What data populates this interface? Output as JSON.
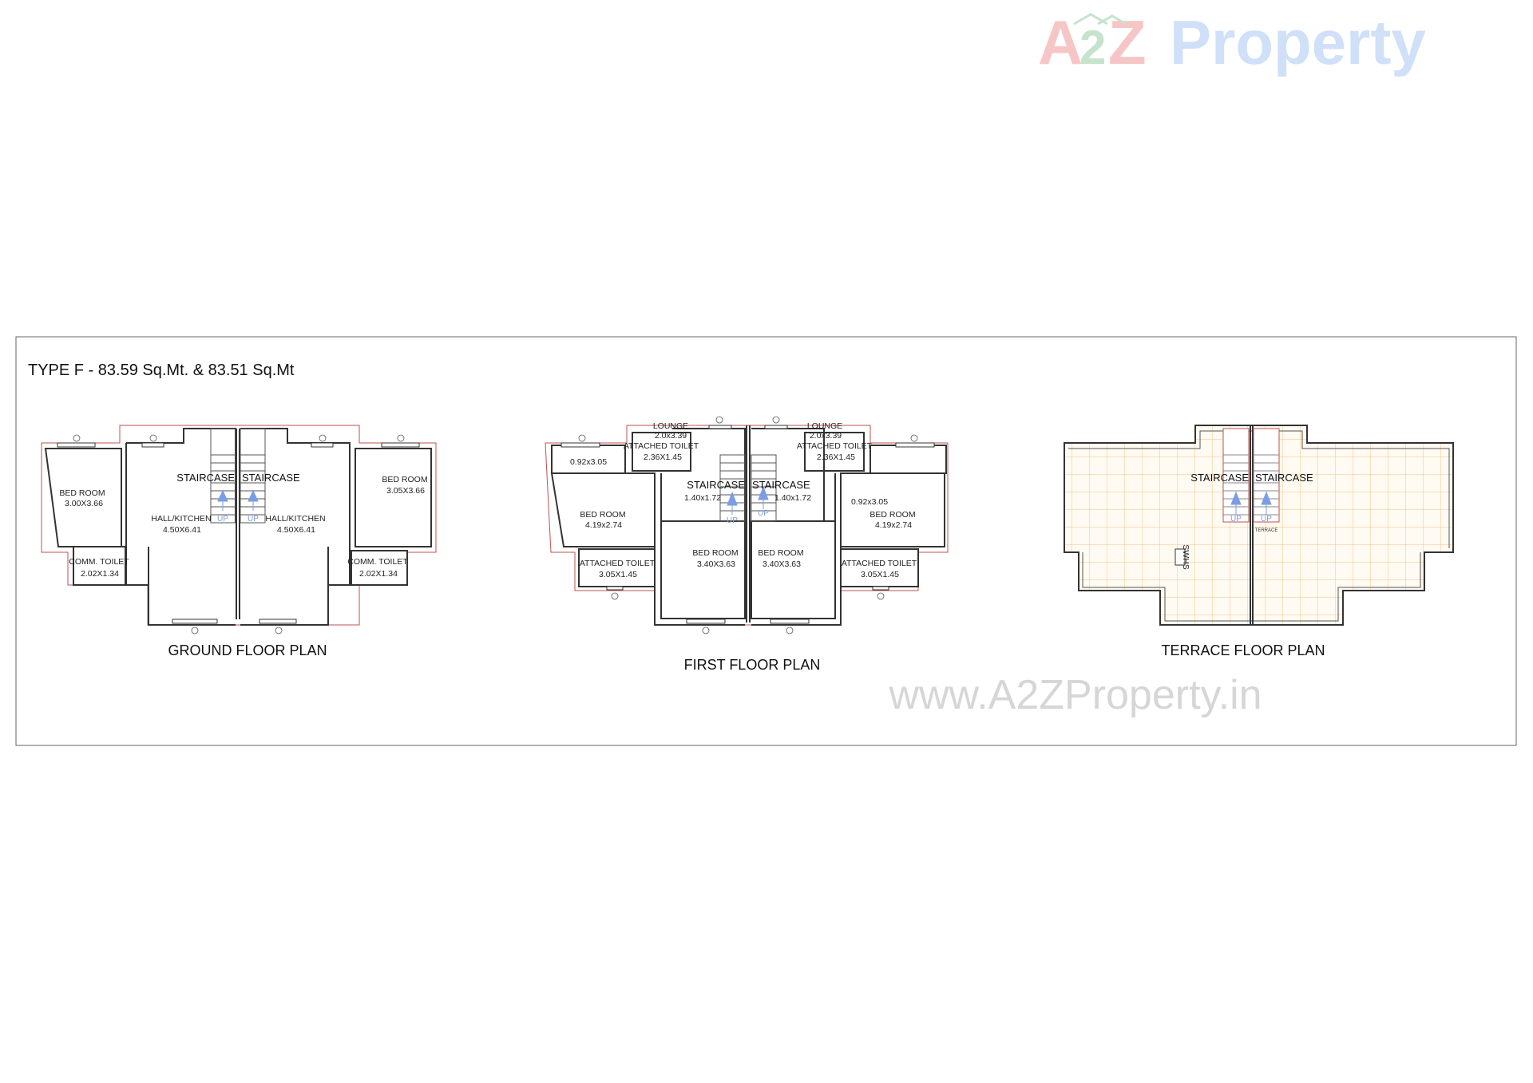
{
  "logo": {
    "a": "A",
    "two": "2",
    "z": "Z",
    "property": "Property"
  },
  "sheet_title": "TYPE F - 83.59 Sq.Mt. & 83.51 Sq.Mt",
  "watermark": "www.A2ZProperty.in",
  "colors": {
    "wall": "#333333",
    "outline": "#c0504d",
    "stair_arrow": "#7a9de6",
    "tile": "#f1c58a",
    "tile_bg": "#fffaf2"
  },
  "ground": {
    "title": "GROUND FLOOR PLAN",
    "bed_left": {
      "name": "BED ROOM",
      "size": "3.00X3.66"
    },
    "bed_right": {
      "name": "BED ROOM",
      "size": "3.05X3.66"
    },
    "hall_left": {
      "name": "HALL/KITCHEN",
      "size": "4.50X6.41"
    },
    "hall_right": {
      "name": "HALL/KITCHEN",
      "size": "4.50X6.41"
    },
    "toilet_left": {
      "name": "COMM. TOILET",
      "size": "2.02X1.34"
    },
    "toilet_right": {
      "name": "COMM. TOILET",
      "size": "2.02X1.34"
    },
    "staircase": "STAIRCASE",
    "up": "UP"
  },
  "first": {
    "title": "FIRST FLOOR PLAN",
    "lounge": {
      "name": "LOUNGE",
      "size": "2.0x3.39"
    },
    "top_toilet": {
      "name": "ATTACHED TOILET",
      "size": "2.36X1.45"
    },
    "small_room": "0.92x3.05",
    "bed_side": {
      "name": "BED ROOM",
      "size": "4.19x2.74"
    },
    "bed_center": {
      "name": "BED ROOM",
      "size": "3.40X3.63"
    },
    "bottom_toilet": {
      "name": "ATTACHED TOILET",
      "size": "3.05X1.45"
    },
    "stair_size": "1.40x1.72",
    "staircase": "STAIRCASE",
    "up": "UP"
  },
  "terrace": {
    "title": "TERRACE FLOOR PLAN",
    "staircase": "STAIRCASE",
    "up": "UP",
    "terrace_tag": "TERRACE",
    "swhs": "SWHS"
  }
}
